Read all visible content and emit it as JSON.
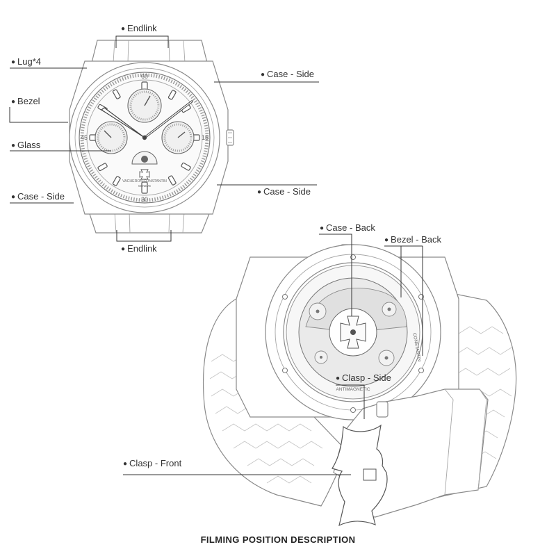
{
  "labels": {
    "endlink_top": "Endlink",
    "lug": "Lug*4",
    "bezel": "Bezel",
    "glass": "Glass",
    "case_side_left": "Case - Side",
    "case_side_right_top": "Case - Side",
    "case_side_right_bottom": "Case - Side",
    "endlink_bottom": "Endlink",
    "case_back": "Case - Back",
    "bezel_back": "Bezel - Back",
    "clasp_side": "Clasp - Side",
    "clasp_front": "Clasp - Front"
  },
  "dial_text": {
    "brand": "VACHERON CONSTANTIN",
    "city": "GENEVE",
    "top_numeral": "60",
    "bottom_numeral": "30",
    "left_numeral": "45",
    "right_numeral": "15",
    "back_marking_1": "ANTIMAGNETIC",
    "back_marking_2": "CONSTANTIN"
  },
  "footer": {
    "title": "FILMING POSITION DESCRIPTION"
  },
  "colors": {
    "outline": "#8a8a8a",
    "leader_line": "#333333",
    "text": "#333333",
    "background": "#ffffff"
  }
}
